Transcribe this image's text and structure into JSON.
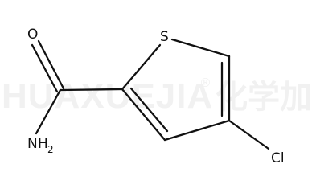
{
  "watermark": {
    "latin": "HUAXUEJIA",
    "registered": "®",
    "chinese": "化学加"
  },
  "atoms": {
    "oxygen": "O",
    "sulfur": "S",
    "nitrogen": "N",
    "hydrogen": "H",
    "hydrogen_count": "2",
    "chlorine": "Cl"
  }
}
